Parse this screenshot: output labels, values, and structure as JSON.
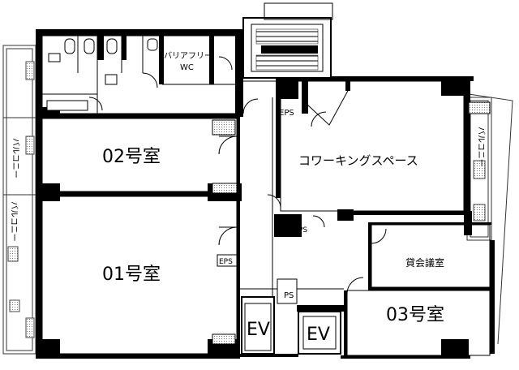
{
  "rooms": {
    "room_02": "02号室",
    "room_01": "01号室",
    "room_03": "03号室",
    "coworking": "コワーキングスペース",
    "rental_meeting": "貸会議室",
    "barrier_free_wc_line1": "バリアフリー",
    "barrier_free_wc_line2": "WC"
  },
  "shafts": {
    "eps_top": "EPS",
    "eps_mid": "EPS",
    "ps_center": "PS",
    "ps_lower": "PS",
    "ev_left": "EV",
    "ev_right": "EV"
  },
  "balconies": {
    "left_upper": "バルコニー",
    "left_lower": "バルコニー",
    "right": "バルコニー"
  },
  "colors": {
    "wall": "#000000",
    "line": "#333333",
    "fill": "#ffffff",
    "hatch": "#888888"
  }
}
